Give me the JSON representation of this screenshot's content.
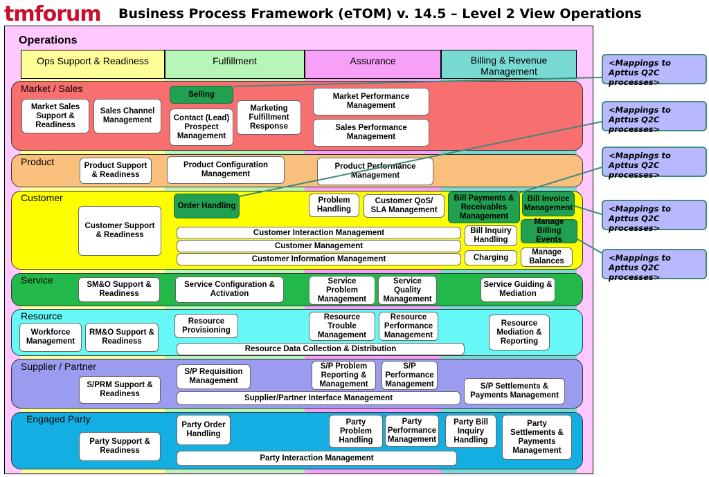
{
  "logo": "tmforum",
  "title": "Business Process Framework (eTOM) v. 14.5 – Level 2 View Operations",
  "operations_label": "Operations",
  "columns": {
    "ops_support": "Ops Support & Readiness",
    "fulfillment": "Fulfillment",
    "assurance": "Assurance",
    "billing": "Billing & Revenue Management"
  },
  "rows": {
    "market_sales": "Market / Sales",
    "product": "Product",
    "customer": "Customer",
    "service": "Service",
    "resource": "Resource",
    "supplier": "Supplier / Partner",
    "party": "Engaged Party"
  },
  "boxes": {
    "ms_support": "Market Sales Support & Readiness",
    "sales_channel": "Sales Channel Management",
    "selling": "Selling",
    "contact_lead": "Contact (Lead) Prospect Management",
    "marketing_fulfillment": "Marketing Fulfillment Response",
    "market_perf": "Market Performance Management",
    "sales_perf": "Sales Performance Management",
    "product_support": "Product Support & Readiness",
    "product_config": "Product Configuration Management",
    "product_perf": "Product Performance Management",
    "customer_support": "Customer Support & Readiness",
    "order_handling": "Order Handling",
    "problem_handling": "Problem Handling",
    "customer_qos": "Customer QoS/ SLA Management",
    "bill_payments": "Bill Payments & Receivables Management",
    "bill_invoice": "Bill Invoice Management",
    "cust_interaction": "Customer Interaction Management",
    "cust_management": "Customer Management",
    "cust_info": "Customer Information Management",
    "bill_inquiry": "Bill Inquiry Handling",
    "manage_billing": "Manage Billing Events",
    "charging": "Charging",
    "manage_balances": "Manage Balances",
    "smo_support": "SM&O Support & Readiness",
    "service_config": "Service Configuration & Activation",
    "service_problem": "Service Problem Management",
    "service_quality": "Service Quality Management",
    "service_guiding": "Service Guiding & Mediation",
    "workforce": "Workforce Management",
    "rmo_support": "RM&O Support & Readiness",
    "resource_provisioning": "Resource Provisioning",
    "resource_trouble": "Resource Trouble Management",
    "resource_perf": "Resource Performance Management",
    "resource_mediation": "Resource Mediation & Reporting",
    "resource_data": "Resource Data Collection & Distribution",
    "sprm_support": "S/PRM Support & Readiness",
    "sp_requisition": "S/P Requisition Management",
    "sp_problem": "S/P Problem Reporting & Management",
    "sp_perf": "S/P Performance Management",
    "sp_settlements": "S/P Settlements & Payments Management",
    "sp_interface": "Supplier/Partner Interface Management",
    "party_support": "Party Support & Readiness",
    "party_order": "Party Order Handling",
    "party_problem": "Party Problem Handling",
    "party_perf": "Party Performance Management",
    "party_bill": "Party Bill Inquiry Handling",
    "party_settlements": "Party Settlements & Payments Management",
    "party_interaction": "Party Interaction Management"
  },
  "callouts": [
    "<Mappings to Apttus Q2C processes>",
    "<Mappings to Apttus Q2C processes>",
    "<Mappings to Apttus Q2C processes>",
    "<Mappings to Apttus Q2C processes>",
    "<Mappings to Apttus Q2C processes>"
  ],
  "colors": {
    "operations_bg": "#ffc8ff",
    "col_ops": "#ffff99",
    "col_fulfillment": "#b8f5b8",
    "col_assurance": "#f7a0f7",
    "col_billing": "#79d9d3",
    "row_market": "#f86f6f",
    "row_product": "#f8c07c",
    "row_customer": "#ffff00",
    "row_service": "#22b84a",
    "row_resource": "#66f7f7",
    "row_supplier": "#9b9bef",
    "row_party": "#13aee2",
    "mapped_process": "#20a050",
    "callout_bg": "#b8b8ff",
    "connector": "#3f8a78"
  }
}
